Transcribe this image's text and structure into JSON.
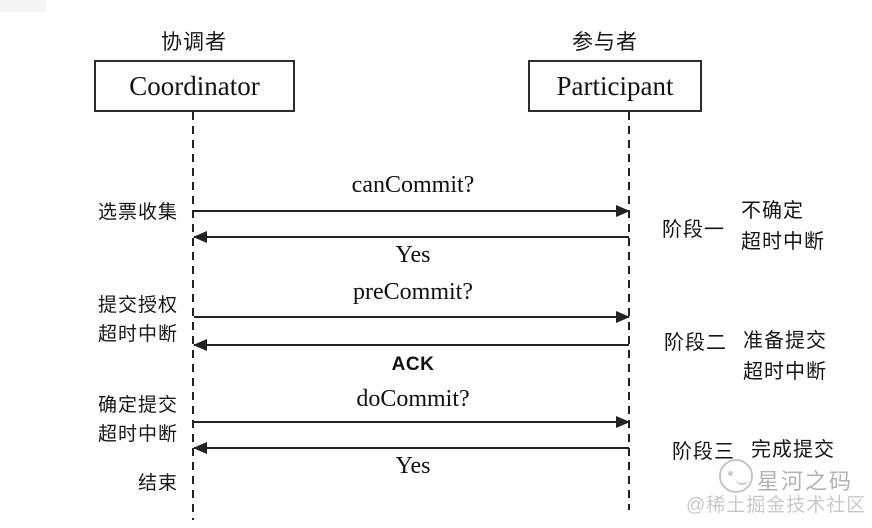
{
  "actors": {
    "coordinator": {
      "role_cn": "协调者",
      "name": "Coordinator"
    },
    "participant": {
      "role_cn": "参与者",
      "name": "Participant"
    }
  },
  "messages": [
    {
      "label": "canCommit?",
      "from": "Coordinator",
      "to": "Participant"
    },
    {
      "label": "Yes",
      "from": "Participant",
      "to": "Coordinator"
    },
    {
      "label": "preCommit?",
      "from": "Coordinator",
      "to": "Participant"
    },
    {
      "label": "ACK",
      "from": "Participant",
      "to": "Coordinator"
    },
    {
      "label": "doCommit?",
      "from": "Coordinator",
      "to": "Participant"
    },
    {
      "label": "Yes",
      "from": "Participant",
      "to": "Coordinator"
    }
  ],
  "coordinator_states": [
    {
      "lines": [
        "选票收集"
      ]
    },
    {
      "lines": [
        "提交授权",
        "超时中断"
      ]
    },
    {
      "lines": [
        "确定提交",
        "超时中断"
      ]
    },
    {
      "lines": [
        "结束"
      ]
    }
  ],
  "phases": [
    {
      "name": "阶段一",
      "desc": [
        "不确定",
        "超时中断"
      ]
    },
    {
      "name": "阶段二",
      "desc": [
        "准备提交",
        "超时中断"
      ]
    },
    {
      "name": "阶段三",
      "desc": [
        "完成提交"
      ]
    }
  ],
  "watermark": {
    "brand": "星河之码",
    "community": "@稀土掘金技术社区"
  },
  "colors": {
    "line": "#222222",
    "text": "#161616",
    "watermark_brand": "#b3b3b3",
    "watermark_community": "#c9c9c9",
    "background": "#ffffff"
  }
}
